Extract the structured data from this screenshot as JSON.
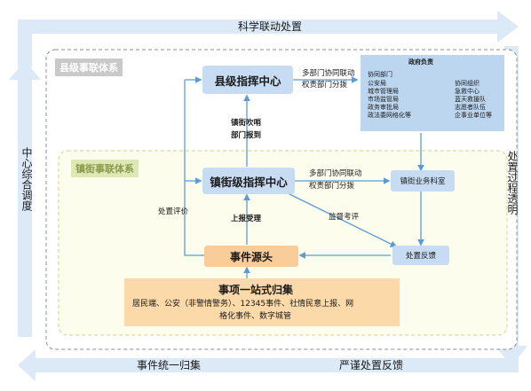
{
  "outer_cycle": {
    "top": "科学联动处置",
    "right": "处置过程透明",
    "bottom_right": "严谨处置反馈",
    "bottom_left": "事件统一归集",
    "left": "中心综合调度"
  },
  "county": {
    "region_label": "县级事联体系",
    "center": "县级指挥中心",
    "link_label": [
      "多部门协同联动",
      "权责部门分拨"
    ],
    "gov_box": {
      "title": "政府负责",
      "col1": [
        "协同部门",
        "公安局",
        "城市管理局",
        "市场监管局",
        "政务审批局",
        "政法委网格化等"
      ],
      "col2": [
        "协同组织",
        "急救中心",
        "蓝天救援队",
        "志愿者队伍",
        "企事业单位等"
      ]
    }
  },
  "town": {
    "region_label": "镇街事联体系",
    "center": "镇街级指挥中心",
    "report_up": [
      "镇街吹哨",
      "部门报到"
    ],
    "link_label": [
      "多部门协同联动",
      "权责部门分拨"
    ],
    "office": "镇街业务科室",
    "supervise": "监督考评",
    "feedback": "处置反馈",
    "evaluate": "处置评价",
    "accept": "上报受理",
    "source": "事件源头"
  },
  "collect": {
    "title": "事项一站式归集",
    "desc": [
      "居民端、公安（非警情警务）、12345事件、社情民意上报、网",
      "格化事件、数字城管"
    ]
  },
  "colors": {
    "outer_arrow": "#dce9f7",
    "blue_node": "#c7dcf3",
    "orange_node": "#f9cd9a",
    "collect_box": "#fbd9a9",
    "green_region": "#fdfded",
    "arrow": "#5b9bd5"
  }
}
